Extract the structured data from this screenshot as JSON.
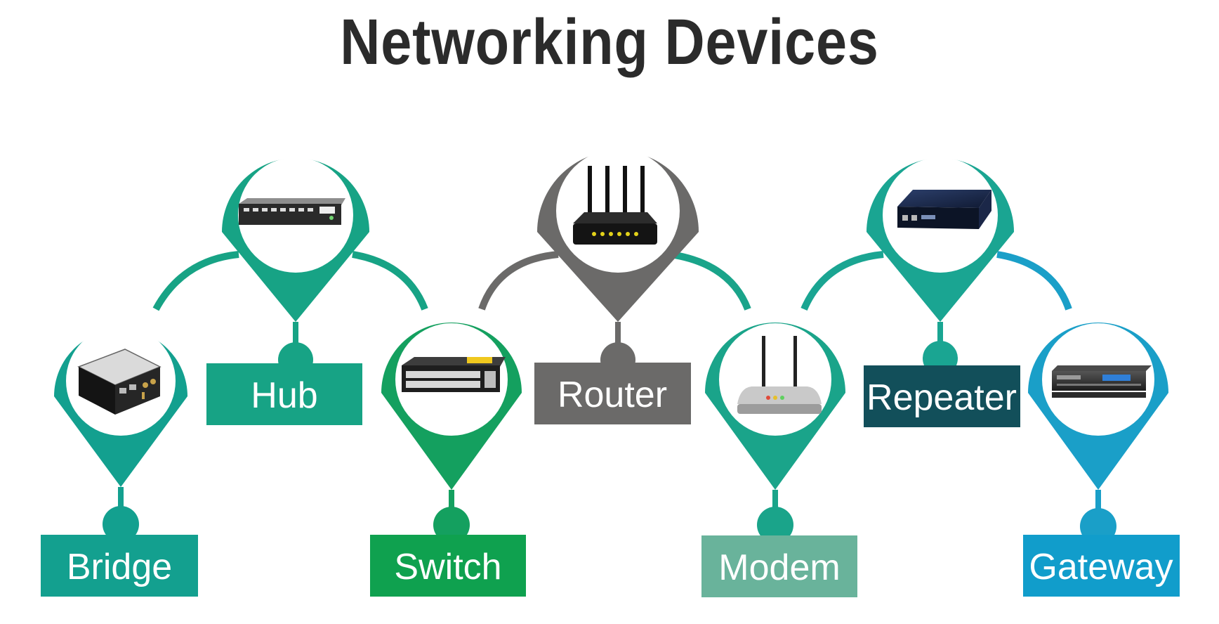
{
  "title": "Networking Devices",
  "devices": [
    {
      "label": "Bridge",
      "icon": "bridge-device-icon",
      "color": "#13a08f",
      "box": "#13a08f"
    },
    {
      "label": "Hub",
      "icon": "hub-device-icon",
      "color": "#17a385",
      "box": "#17a385"
    },
    {
      "label": "Switch",
      "icon": "switch-device-icon",
      "color": "#14a05f",
      "box": "#0fa14f"
    },
    {
      "label": "Router",
      "icon": "router-device-icon",
      "color": "#6b6a69",
      "box": "#6b6a69"
    },
    {
      "label": "Modem",
      "icon": "modem-device-icon",
      "color": "#1aa48a",
      "box": "#69b39b"
    },
    {
      "label": "Repeater",
      "icon": "repeater-device-icon",
      "color": "#1aa592",
      "box": "#124f5a"
    },
    {
      "label": "Gateway",
      "icon": "gateway-device-icon",
      "color": "#1a9fc8",
      "box": "#119dcb"
    }
  ]
}
